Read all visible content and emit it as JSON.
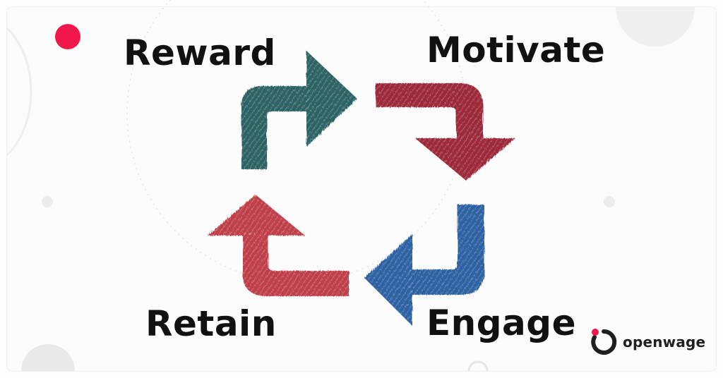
{
  "diagram": {
    "steps": {
      "reward": "Reward",
      "motivate": "Motivate",
      "engage": "Engage",
      "retain": "Retain"
    }
  },
  "brand": {
    "name": "openwage",
    "logo_icon": "openwage-logo-icon"
  },
  "colors": {
    "reward_arrow": "#2e6466",
    "motivate_arrow": "#9c2a3b",
    "engage_arrow": "#2f62a3",
    "retain_arrow": "#c0404a",
    "accent_dot": "#f2174a",
    "label_text": "#111111"
  }
}
